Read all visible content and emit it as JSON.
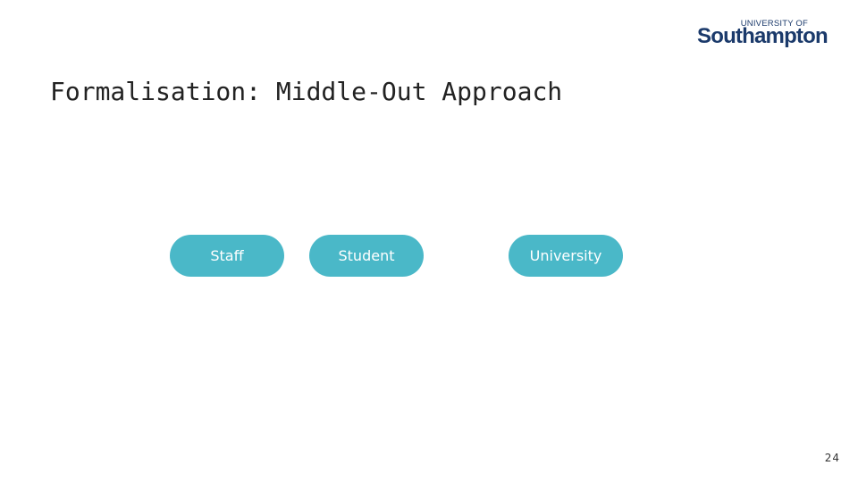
{
  "logo": {
    "line1": "UNIVERSITY OF",
    "line2": "Southampton"
  },
  "slide": {
    "title": "Formalisation: Middle-Out Approach",
    "page_number": "24"
  },
  "diagram": {
    "nodes": [
      {
        "label": "Staff"
      },
      {
        "label": "Student"
      },
      {
        "label": "University"
      }
    ]
  },
  "colors": {
    "node_fill": "#4ab8c8",
    "logo": "#1b3a6b"
  }
}
